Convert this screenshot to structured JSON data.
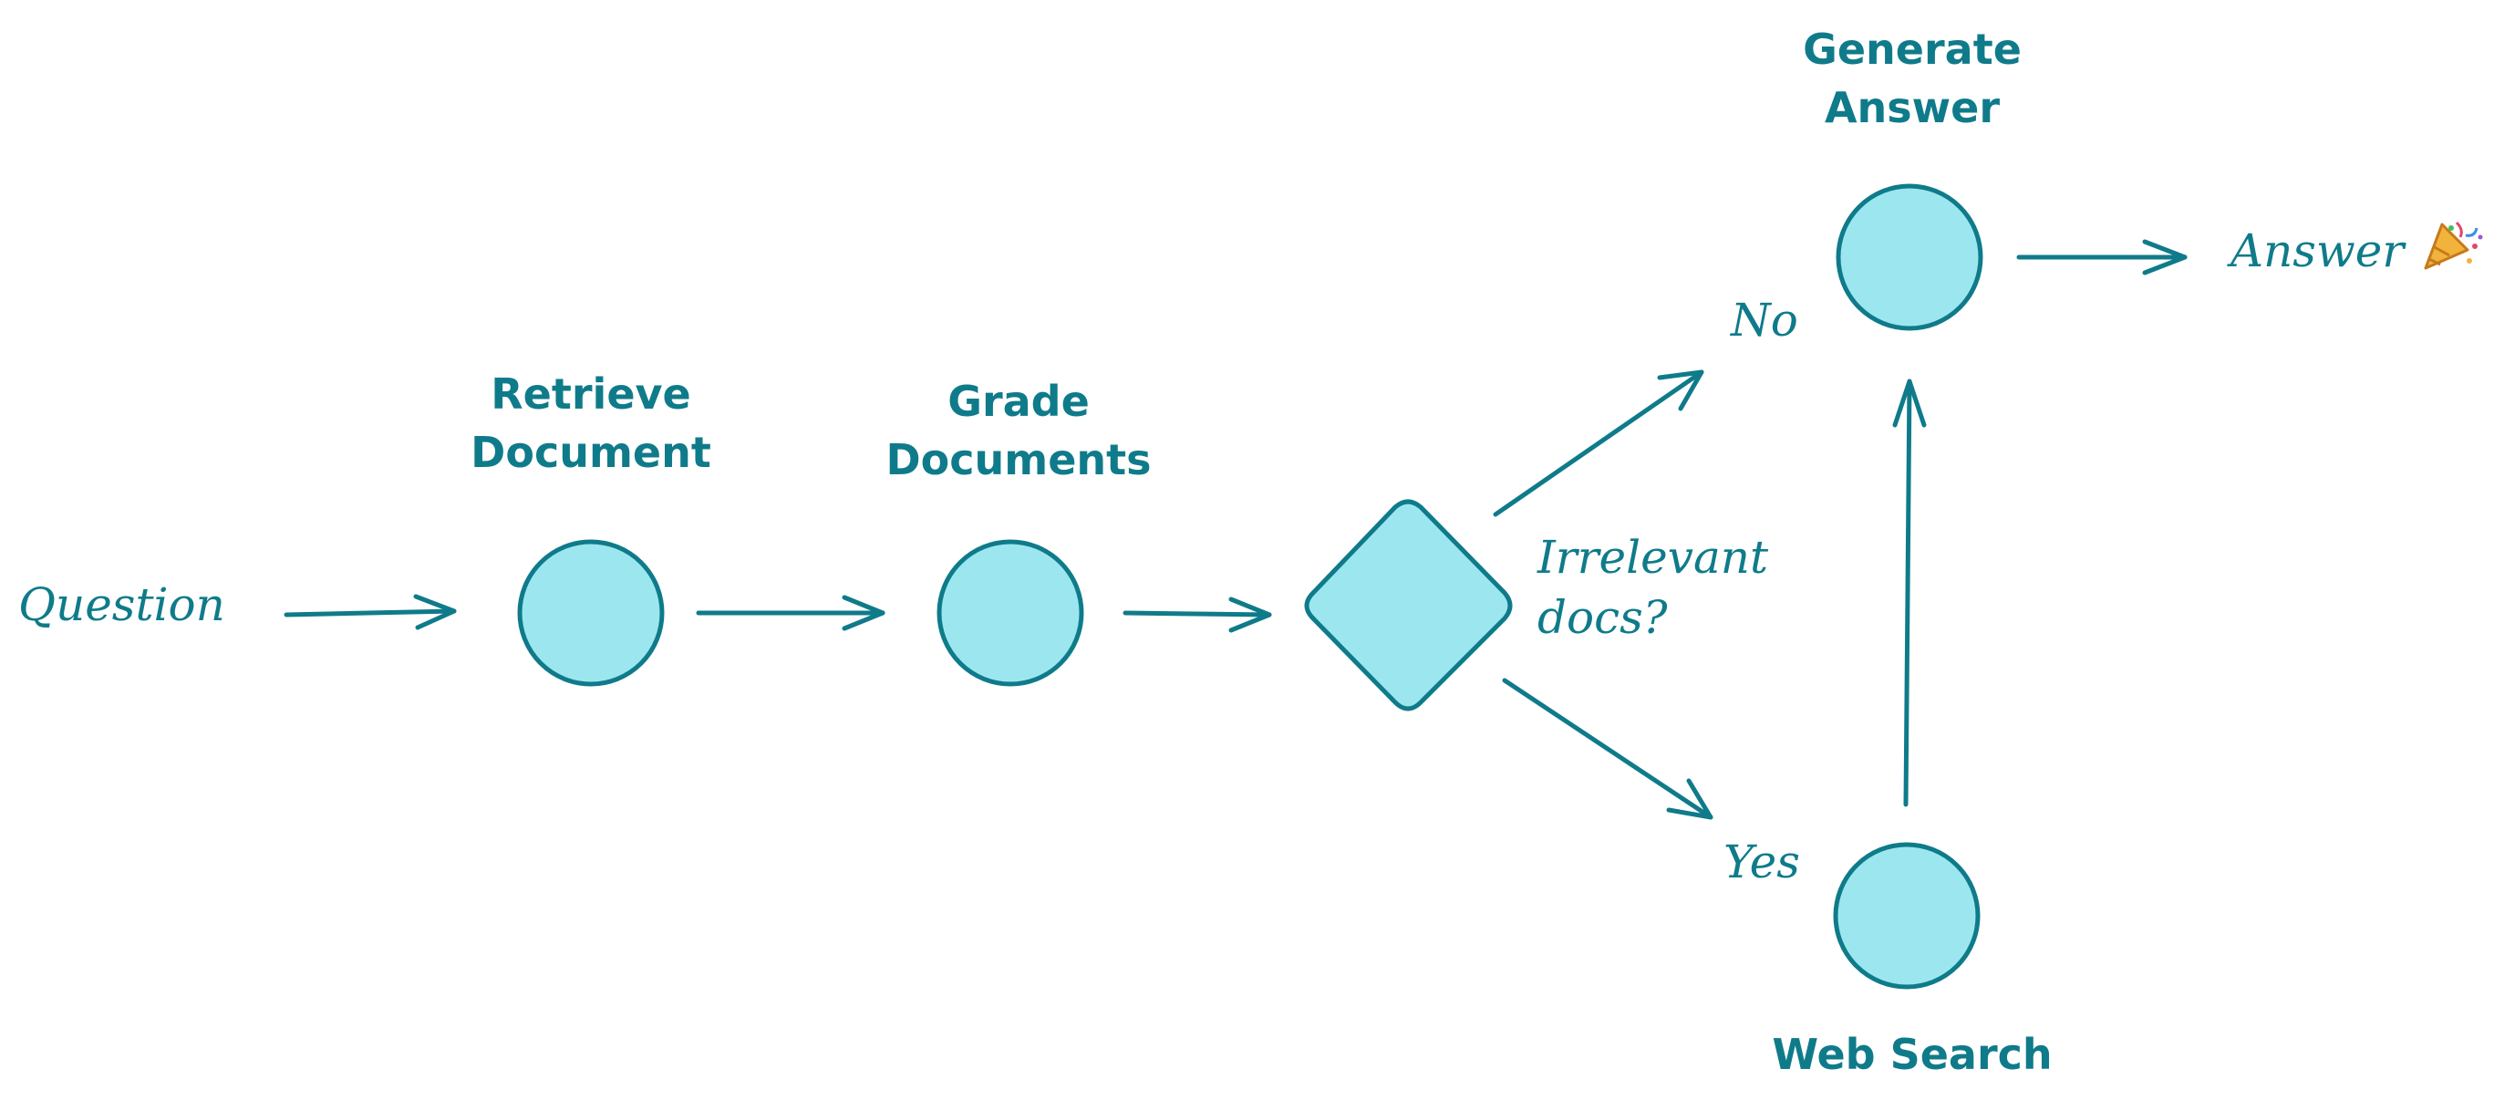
{
  "labels": {
    "question": "Question",
    "retrieve_line1": "Retrieve",
    "retrieve_line2": "Document",
    "grade_line1": "Grade",
    "grade_line2": "Documents",
    "decision_line1": "Irrelevant",
    "decision_line2": "docs?",
    "no": "No",
    "yes": "Yes",
    "generate_line1": "Generate",
    "generate_line2": "Answer",
    "answer": "Answer",
    "web_search": "Web Search"
  },
  "icons": {
    "celebration": "party-popper-icon"
  },
  "colors": {
    "accent": "#0f7b8a",
    "node_fill": "#9ce7ef"
  }
}
